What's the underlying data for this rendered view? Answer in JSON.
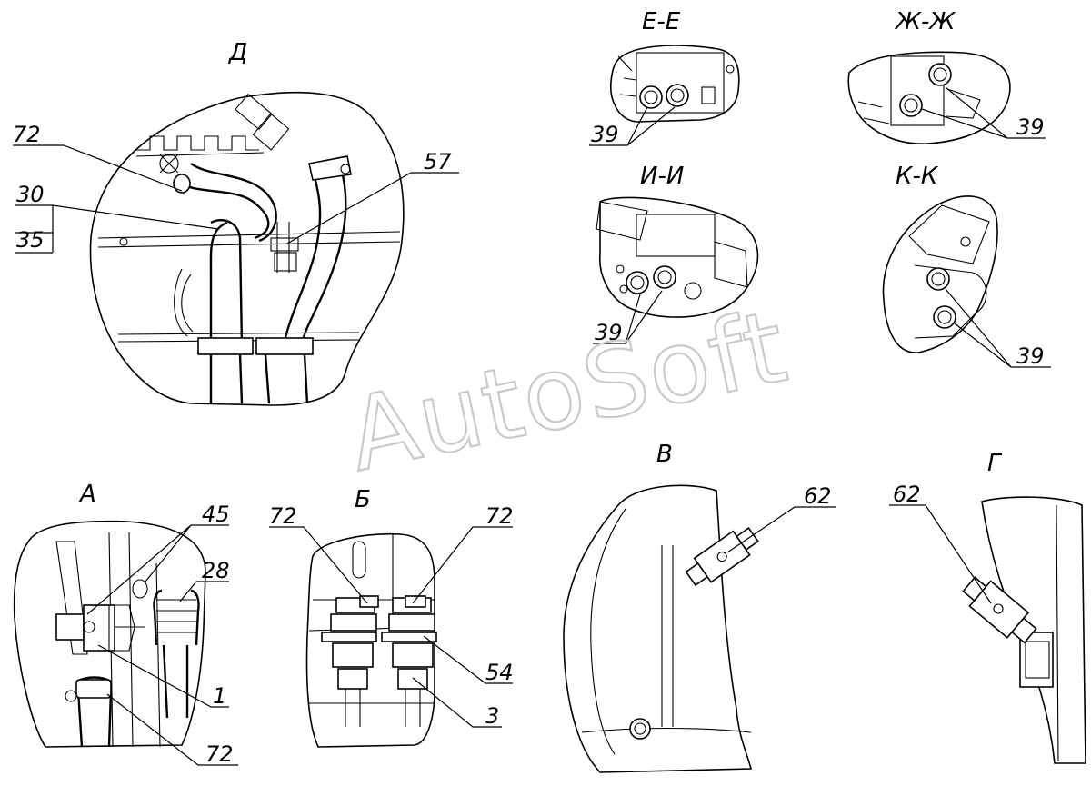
{
  "watermark": "AutoSoft",
  "views": {
    "D": {
      "title": "Д",
      "labels": [
        "72",
        "30",
        "35",
        "57"
      ]
    },
    "EE": {
      "title": "Е-Е",
      "labels": [
        "39"
      ]
    },
    "ZZ": {
      "title": "Ж-Ж",
      "labels": [
        "39"
      ]
    },
    "II": {
      "title": "И-И",
      "labels": [
        "39"
      ]
    },
    "KK": {
      "title": "К-К",
      "labels": [
        "39"
      ]
    },
    "A": {
      "title": "А",
      "labels": [
        "45",
        "28",
        "1",
        "72"
      ]
    },
    "B": {
      "title": "Б",
      "labels": [
        "72",
        "72",
        "54",
        "3"
      ]
    },
    "V": {
      "title": "В",
      "labels": [
        "62"
      ]
    },
    "G": {
      "title": "Г",
      "labels": [
        "62"
      ]
    }
  }
}
